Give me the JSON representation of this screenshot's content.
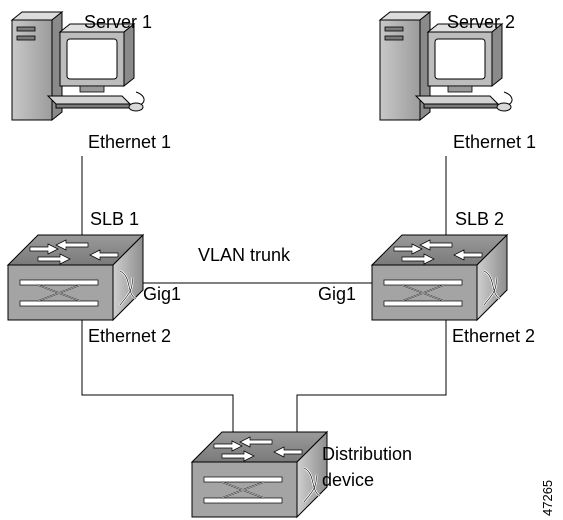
{
  "nodes": {
    "server1": {
      "label": "Server 1"
    },
    "server2": {
      "label": "Server 2"
    },
    "slb1": {
      "label": "SLB 1"
    },
    "slb2": {
      "label": "SLB 2"
    },
    "distribution": {
      "label_line1": "Distribution",
      "label_line2": "device"
    }
  },
  "links": {
    "server1_slb1": {
      "label": "Ethernet 1"
    },
    "server2_slb2": {
      "label": "Ethernet 1"
    },
    "slb1_distribution": {
      "label": "Ethernet 2"
    },
    "slb2_distribution": {
      "label": "Ethernet 2"
    },
    "trunk": {
      "label": "VLAN trunk",
      "port_left": "Gig1",
      "port_right": "Gig1"
    }
  },
  "figure_id": "47265"
}
